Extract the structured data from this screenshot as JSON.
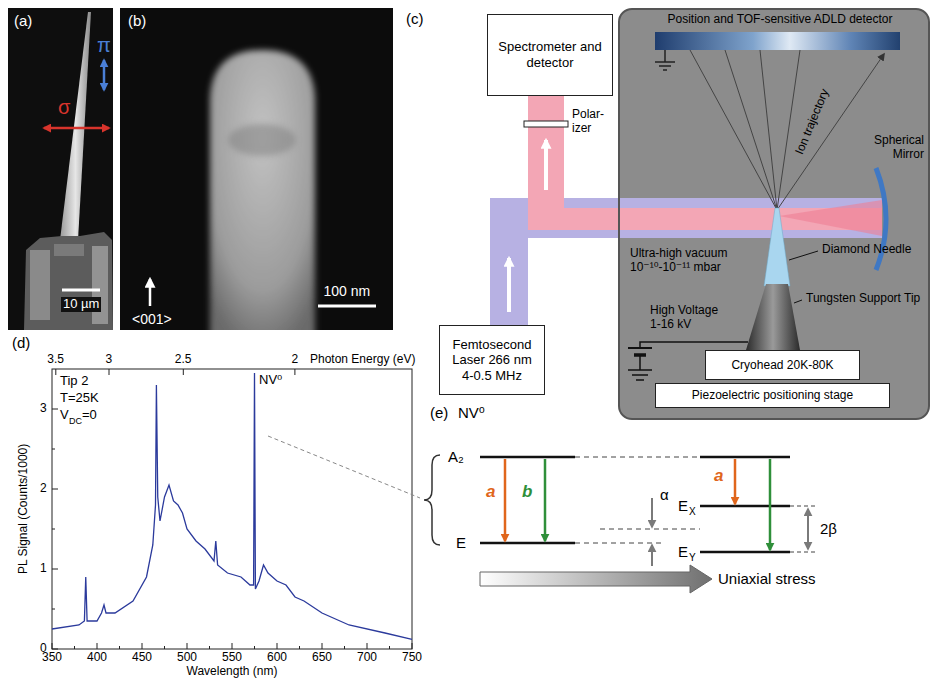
{
  "diagram": {
    "nodes": [
      {
        "text": [
          "Spectrometer and detector"
        ]
      },
      {
        "text": [
          "Ultra-high vacuum 10⁻¹⁰-10⁻¹¹ mbar"
        ]
      },
      {
        "text": [
          "Position and TOF-sensitive ADLD detector"
        ],
        "in": 1
      },
      {
        "text": [
          "Femtosecond Laser 266 nm 4-0.5 MHz"
        ]
      },
      {
        "text": [
          "Cryohead 20K-80K"
        ],
        "in": 1
      },
      {
        "text": [
          "Piezoelectric positioning stage"
        ],
        "in": 1
      }
    ],
    "labels": [
      "(a)",
      "π",
      "σ",
      "10 µm",
      "(b)",
      "<001>",
      "100 nm",
      "(c)",
      "Polar- izer",
      "Ion trajectory",
      "Spherical Mirror",
      "Diamond Needle",
      "Tungsten Support Tip",
      "High Voltage 1-16 kV",
      "(d)",
      "3.5",
      "3",
      "2.5",
      "2",
      "Photon Energy (eV)",
      "Tip 2",
      "T=25K",
      "V",
      "DC",
      "=0",
      "NV⁰",
      "3",
      "2",
      "1",
      "0",
      "350",
      "400",
      "450",
      "500",
      "550",
      "600",
      "650",
      "700",
      "750",
      "Wavelength (nm)",
      "PL Signal (Counts/1000)",
      "(e)",
      "NV⁰",
      "A₂",
      "E",
      "a",
      "b",
      "α",
      "a",
      "E",
      "X",
      "E",
      "Y",
      "2β",
      "Uniaxial stress"
    ]
  }
}
